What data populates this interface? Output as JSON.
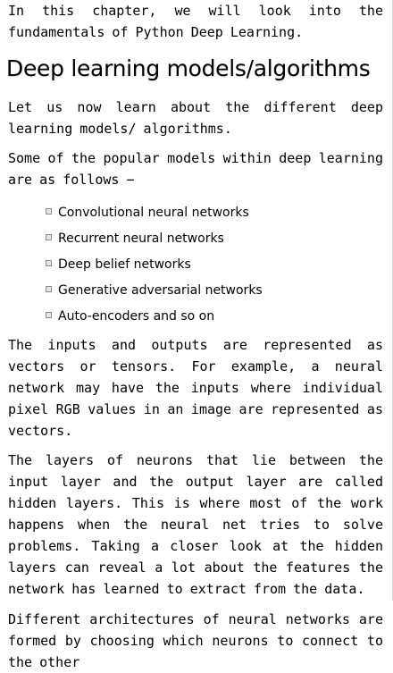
{
  "intro": "In this chapter, we will look into the fundamentals of Python Deep Learning.",
  "heading": "Deep learning models/algorithms",
  "para1": "Let us now learn about the different deep learning models/ algorithms.",
  "para2": "Some of the popular models within deep learning are as follows −",
  "list": [
    "Convolutional neural networks",
    "Recurrent neural networks",
    "Deep belief networks",
    "Generative adversarial networks",
    "Auto-encoders and so on"
  ],
  "para3": "The inputs and outputs are represented as vectors or tensors. For example, a neural network may have the inputs where individual pixel RGB values in an image are represented as vectors.",
  "para4": "The layers of neurons that lie between the input layer and the output layer are called hidden layers. This is where most of the work happens when the neural net tries to solve problems. Taking a closer look at the hidden layers can reveal a lot about the features the network has learned to extract from the data.",
  "para5": "Different architectures of neural networks are formed by choosing which neurons to connect to the other"
}
